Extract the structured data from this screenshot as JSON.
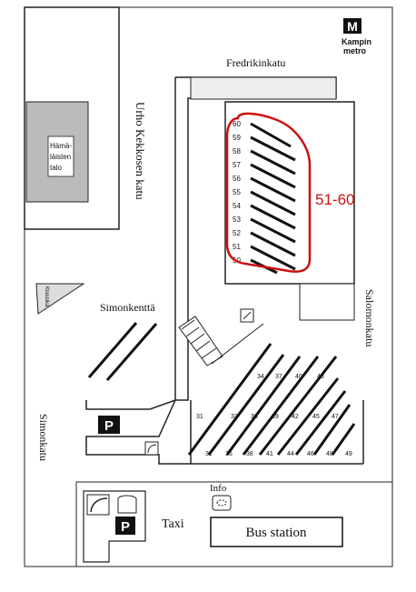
{
  "streets": {
    "fredrikinkatu": "Fredrikinkatu",
    "urho_kekkosen_katu": "Urho Kekkosen katu",
    "salomonkatu": "Salomonkatu",
    "simonkatu": "Simonkatu",
    "simonkentta": "Simonkenttä"
  },
  "metro": {
    "letter": "M",
    "line1": "Kampin",
    "line2": "metro"
  },
  "building_hamalaisten": {
    "line1": "Hämä-",
    "line2": "läisten",
    "line3": "talo"
  },
  "building_small": "Klassika",
  "platforms_upper": [
    "60",
    "59",
    "58",
    "57",
    "56",
    "55",
    "54",
    "53",
    "52",
    "51",
    "50"
  ],
  "highlight": {
    "label": "51-60",
    "color": "#cc1111"
  },
  "platform_numbers_lower": {
    "row_top": [
      "34",
      "37",
      "40",
      "43"
    ],
    "row_mid": [
      "31",
      "33",
      "36",
      "39",
      "42",
      "45",
      "47"
    ],
    "row_bottom": [
      "32",
      "35",
      "38",
      "41",
      "44",
      "46",
      "48",
      "49"
    ]
  },
  "parking": {
    "symbol": "P"
  },
  "labels": {
    "info": "Info",
    "taxi": "Taxi",
    "bus_station": "Bus station"
  }
}
